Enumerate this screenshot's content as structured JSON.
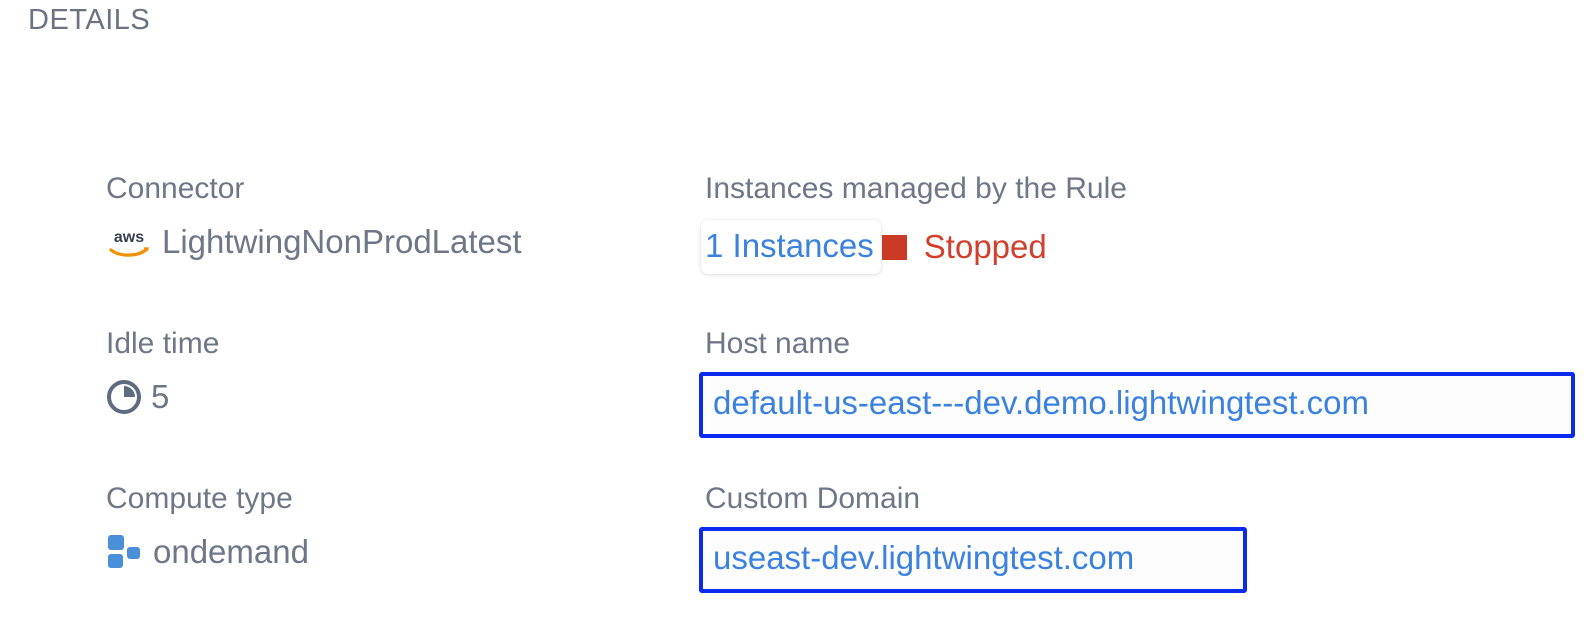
{
  "section": {
    "title": "DETAILS"
  },
  "colors": {
    "label_grey": "#6e7687",
    "link_blue": "#3b82e0",
    "highlight_border": "#0a2bed",
    "status_red": "#d23f2c",
    "swatch_red": "#cb3a27",
    "compute_icon_blue": "#4a90d9",
    "aws_orange": "#f29100",
    "clock_slate": "#5f6b7f",
    "background": "#ffffff"
  },
  "fields": {
    "connector": {
      "label": "Connector",
      "value": "LightwingNonProdLatest",
      "icon": "aws-logo-icon"
    },
    "instances": {
      "label": "Instances managed by the Rule",
      "count_text": "1 Instances",
      "status": "Stopped",
      "status_icon": "stopped-square-icon"
    },
    "idle_time": {
      "label": "Idle time",
      "value": "5",
      "icon": "clock-icon"
    },
    "host_name": {
      "label": "Host name",
      "value": "default-us-east---dev.demo.lightwingtest.com"
    },
    "compute_type": {
      "label": "Compute type",
      "value": "ondemand",
      "icon": "compute-blocks-icon"
    },
    "custom_domain": {
      "label": "Custom Domain",
      "value": "useast-dev.lightwingtest.com"
    }
  }
}
